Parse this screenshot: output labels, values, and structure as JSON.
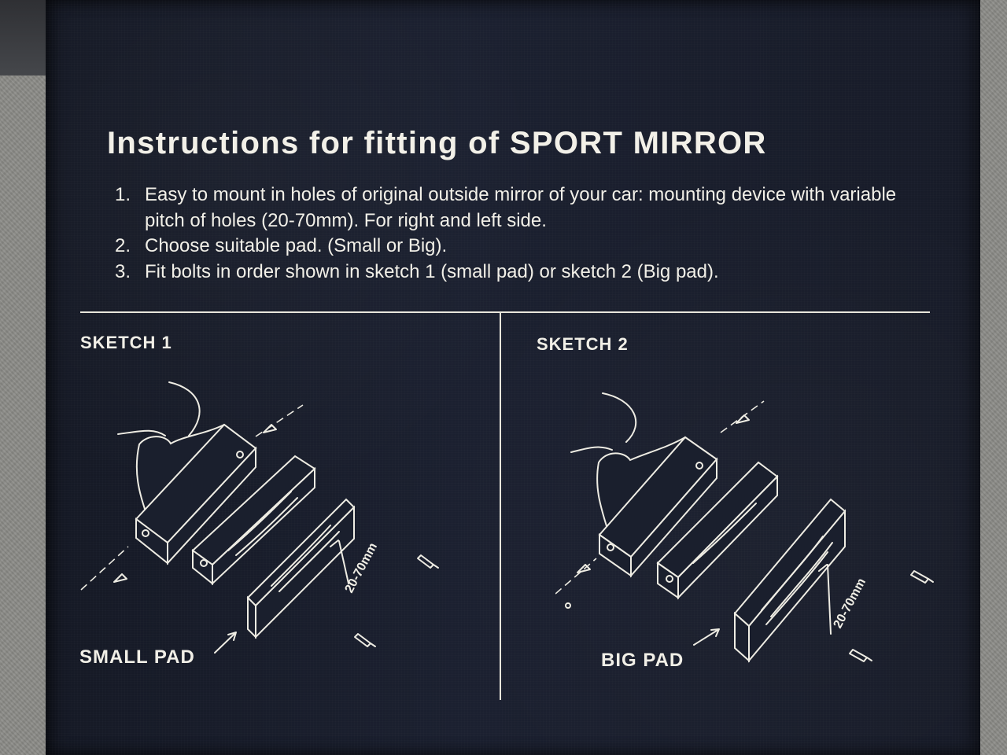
{
  "title": "Instructions for fitting of SPORT MIRROR",
  "steps": [
    {
      "num": "1.",
      "text": "Easy to mount in holes of original outside mirror of your car: mounting device with variable pitch of holes (20-70mm). For right and left side."
    },
    {
      "num": "2.",
      "text": "Choose suitable pad. (Small or Big)."
    },
    {
      "num": "3.",
      "text": "Fit bolts in order shown in sketch 1 (small pad) or sketch 2 (Big pad)."
    }
  ],
  "sketches": [
    {
      "label": "SKETCH 1",
      "pad_label": "SMALL PAD",
      "dimension": "20-70mm"
    },
    {
      "label": "SKETCH 2",
      "pad_label": "BIG PAD",
      "dimension": "20-70mm"
    }
  ],
  "colors": {
    "box_background": "#1b2030",
    "print_color": "#f2f0e8",
    "surface": "#8b8b87"
  }
}
